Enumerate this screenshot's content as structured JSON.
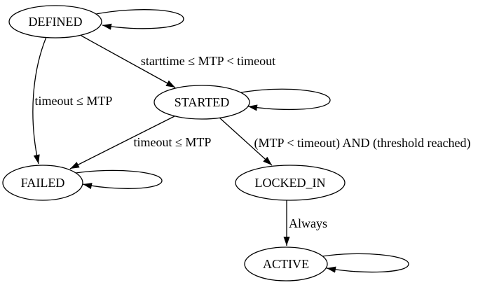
{
  "diagram": {
    "type": "state-machine",
    "background_color": "#ffffff",
    "node_fill_color": "#ffffff",
    "line_color": "#000000",
    "text_color": "#000000",
    "nodes": [
      {
        "id": "defined",
        "label": "DEFINED"
      },
      {
        "id": "started",
        "label": "STARTED"
      },
      {
        "id": "failed",
        "label": "FAILED"
      },
      {
        "id": "locked_in",
        "label": "LOCKED_IN"
      },
      {
        "id": "active",
        "label": "ACTIVE"
      }
    ],
    "edges": [
      {
        "from": "DEFINED",
        "to": "DEFINED",
        "label": ""
      },
      {
        "from": "DEFINED",
        "to": "STARTED",
        "label": "starttime ≤ MTP < timeout"
      },
      {
        "from": "DEFINED",
        "to": "FAILED",
        "label": "timeout ≤ MTP"
      },
      {
        "from": "STARTED",
        "to": "STARTED",
        "label": ""
      },
      {
        "from": "STARTED",
        "to": "FAILED",
        "label": "timeout ≤ MTP"
      },
      {
        "from": "STARTED",
        "to": "LOCKED_IN",
        "label": "(MTP < timeout) AND (threshold reached)"
      },
      {
        "from": "LOCKED_IN",
        "to": "ACTIVE",
        "label": "Always"
      },
      {
        "from": "FAILED",
        "to": "FAILED",
        "label": ""
      },
      {
        "from": "ACTIVE",
        "to": "ACTIVE",
        "label": ""
      }
    ]
  }
}
